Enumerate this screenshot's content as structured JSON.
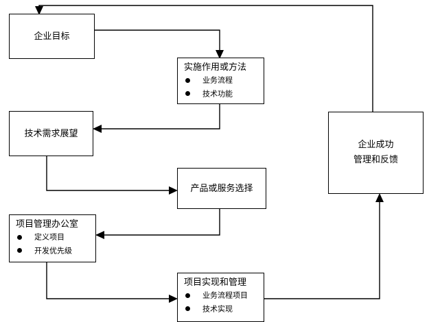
{
  "diagram": {
    "type": "flowchart",
    "language": "zh-CN",
    "line_color": "#000000",
    "background": "#ffffff",
    "nodes": [
      {
        "id": "goal",
        "title": "企业目标",
        "bullets": []
      },
      {
        "id": "implement",
        "title": "实施作用或方法",
        "bullets": [
          "业务流程",
          "技术功能"
        ]
      },
      {
        "id": "tech_outlook",
        "title": "技术需求展望",
        "bullets": []
      },
      {
        "id": "product",
        "title": "产品或服务选择",
        "bullets": []
      },
      {
        "id": "success",
        "title_line1": "企业成功",
        "title_line2": "管理和反馈",
        "bullets": []
      },
      {
        "id": "pmo",
        "title": "项目管理办公室",
        "bullets": [
          "定义项目",
          "开发优先级"
        ]
      },
      {
        "id": "delivery",
        "title": "项目实现和管理",
        "bullets": [
          "业务流程项目",
          "技术实现"
        ]
      }
    ],
    "edges": [
      {
        "id": "goal-to-implement",
        "from": "goal",
        "to": "implement",
        "arrow": true
      },
      {
        "id": "implement-to-tech-outlook",
        "from": "implement",
        "to": "tech_outlook",
        "arrow": true
      },
      {
        "id": "tech-outlook-to-product",
        "from": "tech_outlook",
        "to": "product",
        "arrow": true
      },
      {
        "id": "product-to-pmo",
        "from": "product",
        "to": "pmo",
        "arrow": true
      },
      {
        "id": "pmo-to-delivery",
        "from": "pmo",
        "to": "delivery",
        "arrow": true
      },
      {
        "id": "delivery-to-success",
        "from": "delivery",
        "to": "success",
        "arrow": true
      },
      {
        "id": "success-to-goal-feedback",
        "from": "success",
        "to": "goal",
        "arrow": true
      }
    ]
  }
}
